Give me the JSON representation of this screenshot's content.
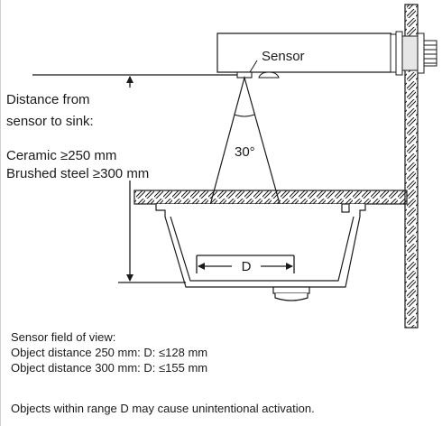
{
  "diagram": {
    "sensor_label": "Sensor",
    "angle_label": "30°",
    "d_label": "D",
    "distance_heading": [
      "Distance from",
      "sensor to sink:"
    ],
    "ceramic_label": "Ceramic ≥250 mm",
    "steel_label": "Brushed steel ≥300 mm"
  },
  "caption": {
    "fov_title": "Sensor field of view:",
    "fov_250": "Object distance 250 mm: D: ≤128 mm",
    "fov_300": "Object distance 300 mm:  D: ≤155 mm",
    "warning": "Objects within range D may cause unintentional activation."
  }
}
